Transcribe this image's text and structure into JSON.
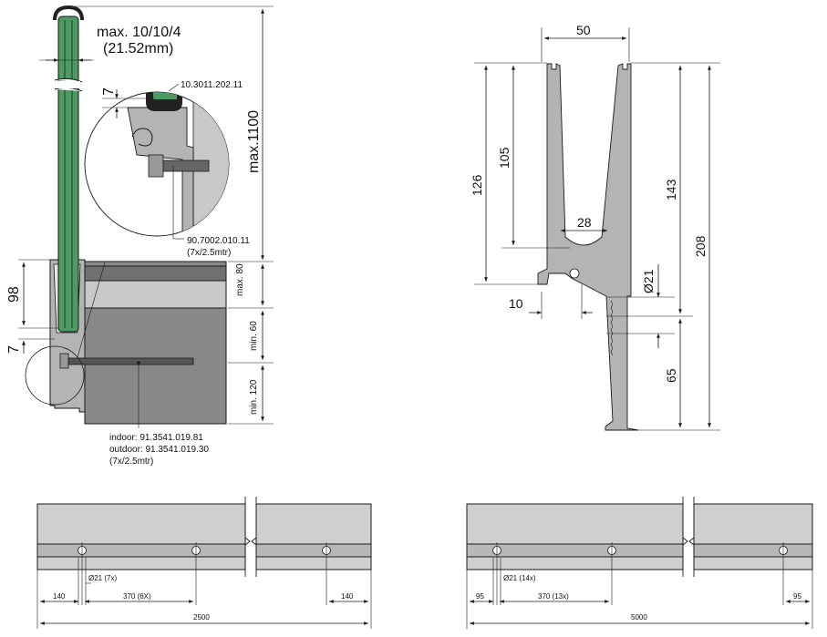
{
  "colors": {
    "glass": "#4f9a62",
    "glass_dark": "#2f6e41",
    "profile": "#b4b4b4",
    "profile_light": "#cfcfcf",
    "wall_dark": "#707070",
    "wall_mid": "#888888",
    "wall_light": "#c8c8c8",
    "line": "#1a1a1a"
  },
  "section": {
    "glass_label_line1": "max. 10/10/4",
    "glass_label_line2": "(21.52mm)",
    "top_gap": "7",
    "height": "max.1100",
    "part_top": "10.3011.202.11",
    "part_bolt_line1": "90.7002.010.11",
    "part_bolt_line2": "(7x/2.5mtr)",
    "insert_depth": "98",
    "bottom_gap": "7",
    "wall_1": "max. 80",
    "wall_2": "min. 60",
    "wall_3": "min. 120",
    "anchor_line1": "indoor: 91.3541.019.81",
    "anchor_line2": "outdoor: 91.3541.019.30",
    "anchor_line3": "(7x/2.5mtr)"
  },
  "profile": {
    "width_top": "50",
    "channel_inner": "28",
    "height_outer": "126",
    "height_inner": "105",
    "hole_dia": "Ø21",
    "flange": "10",
    "height_mount": "143",
    "height_total": "208",
    "bottom_part": "65"
  },
  "rail_short": {
    "hole": "Ø21 (7x)",
    "end_left": "140",
    "pitch": "370 (6X)",
    "end_right": "140",
    "length": "2500"
  },
  "rail_long": {
    "hole": "Ø21 (14x)",
    "end_left": "95",
    "pitch": "370 (13x)",
    "end_right": "95",
    "length": "5000"
  }
}
